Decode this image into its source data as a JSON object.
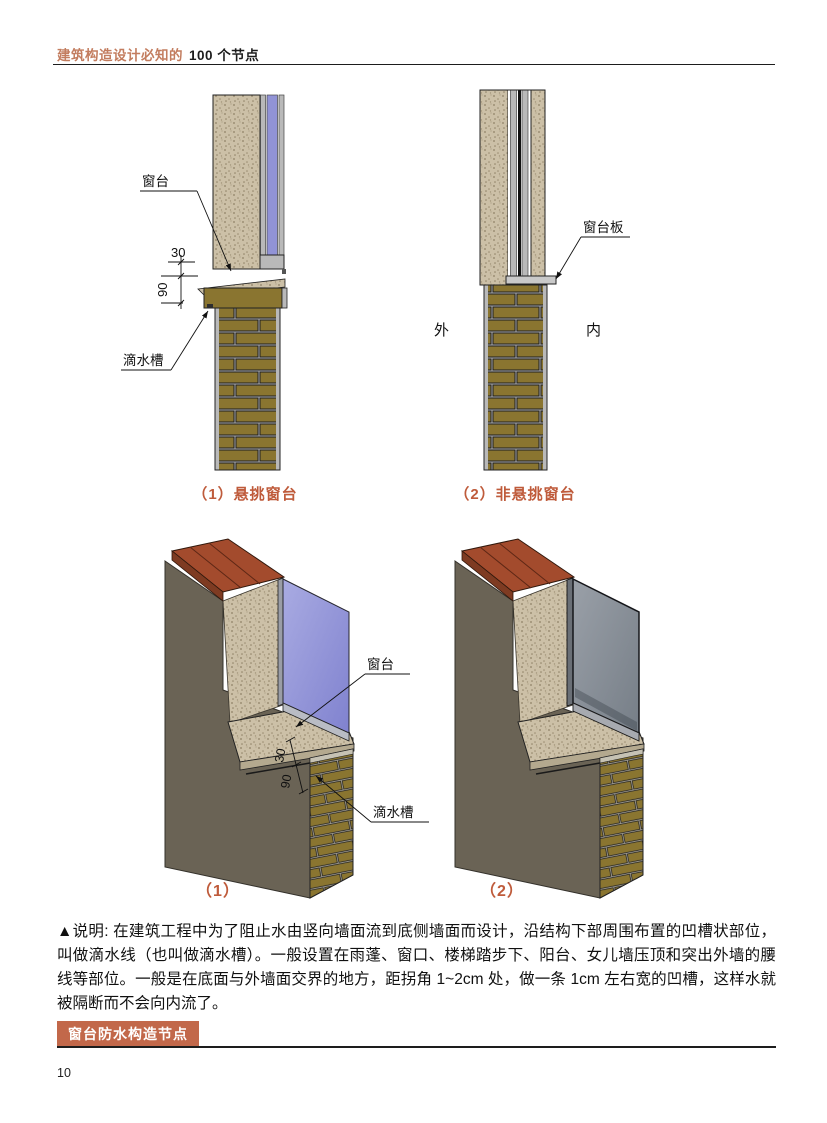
{
  "header": {
    "title_accent": "建筑构造设计必知的",
    "title_rest": "100 个节点"
  },
  "diagrams": {
    "section1": {
      "caption": "（1）悬挑窗台",
      "label_sill": "窗台",
      "label_drip": "滴水槽",
      "dim_30": "30",
      "dim_90": "90"
    },
    "section2": {
      "caption": "（2）非悬挑窗台",
      "label_sill_board": "窗台板",
      "label_outside": "外",
      "label_inside": "内"
    },
    "iso1": {
      "caption": "（1）",
      "label_sill": "窗台",
      "label_drip": "滴水槽",
      "dim_30": "30",
      "dim_90": "90"
    },
    "iso2": {
      "caption": "（2）"
    }
  },
  "note": {
    "text": "▲说明: 在建筑工程中为了阻止水由竖向墙面流到底侧墙面而设计，沿结构下部周围布置的凹槽状部位，叫做滴水线（也叫做滴水槽）。一般设置在雨蓬、窗口、楼梯踏步下、阳台、女儿墙压顶和突出外墙的腰线等部位。一般是在底面与外墙面交界的地方，距拐角 1~2cm 处，做一条 1cm 左右宽的凹槽，这样水就被隔断而不会向内流了。"
  },
  "footer": {
    "section_banner": "窗台防水构造节点",
    "page_number": "10"
  },
  "colors": {
    "accent_text": "#bf5b3b",
    "banner_bg": "#c2684a",
    "brick": "#8a7530",
    "mortar": "#ababab",
    "glass_blue": "#9193d6",
    "glass_gray": "#8b9299",
    "wall_dark": "#6a6355",
    "cap_red": "#a34b2d",
    "plaster_speckle": "#ccc0a7"
  }
}
